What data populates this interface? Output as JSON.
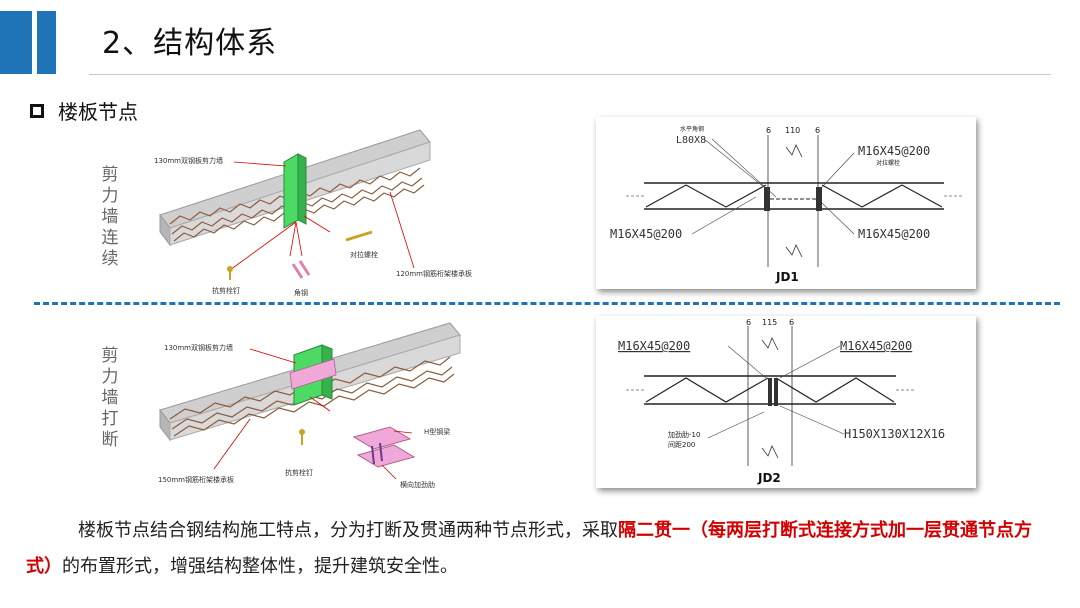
{
  "header": {
    "title": "2、结构体系"
  },
  "section": {
    "label": "楼板节点"
  },
  "row1": {
    "vertical_label": "剪\n力\n墙\n连\n续",
    "diagram_labels": {
      "wall": "130mm双钢板剪力墙",
      "bolt": "对拉螺栓",
      "slab": "120mm钢筋桁架楼承板",
      "stud": "抗剪栓钉",
      "angle": "角钢"
    },
    "detail": {
      "caption": "JD1",
      "angle_label_1": "水平角钢",
      "angle_label_2": "L80X8",
      "dim_left": "6",
      "dim_mid": "110",
      "dim_right": "6",
      "bolt_top": "M16X45@200",
      "bolt_top_note": "对拉螺栓",
      "bolt_left": "M16X45@200",
      "bolt_right": "M16X45@200"
    }
  },
  "row2": {
    "vertical_label": "剪\n力\n墙\n打\n断",
    "diagram_labels": {
      "wall": "130mm双钢板剪力墙",
      "beam": "H型钢梁",
      "slab": "150mm钢筋桁架楼承板",
      "stud": "抗剪栓钉",
      "stiffener": "横向加劲肋"
    },
    "detail": {
      "caption": "JD2",
      "dim_left": "6",
      "dim_mid": "115",
      "dim_right": "6",
      "bolt_left": "M16X45@200",
      "bolt_right": "M16X45@200",
      "plate_note_1": "加劲肋-10",
      "plate_note_2": "间距200",
      "beam_spec": "H150X130X12X16"
    }
  },
  "body": {
    "text_prefix": "楼板节点结合钢结构施工特点，分为打断及贯通两种节点形式，采取",
    "highlight": "隔二贯一（每两层打断式连接方式加一层贯通节点方式）",
    "text_suffix": "的布置形式，增强结构整体性，提升建筑安全性。"
  },
  "colors": {
    "accent": "#1f74b8",
    "highlight": "#d40000",
    "wall_green": "#4cd964",
    "beam_pink": "#f0a8d8"
  }
}
